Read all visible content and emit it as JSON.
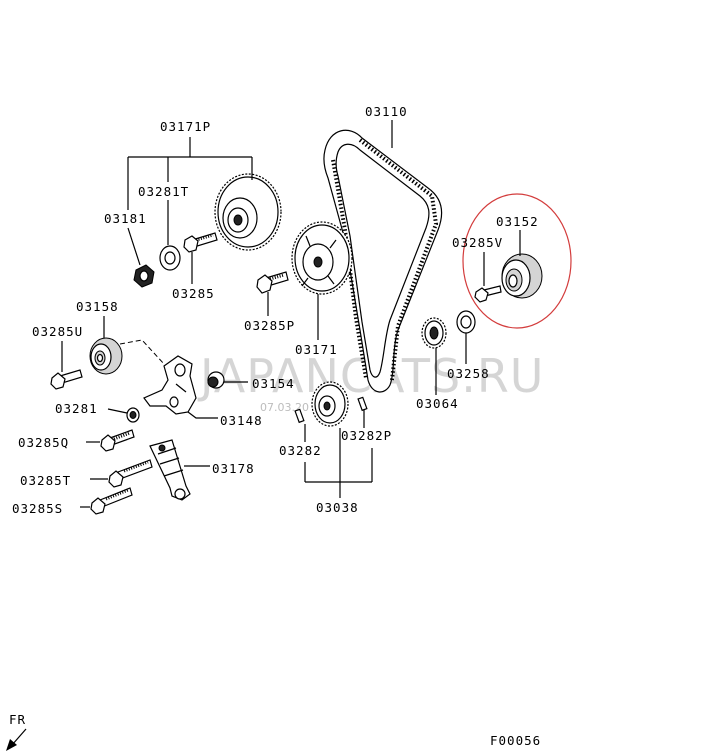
{
  "labels": {
    "p03110": "03110",
    "p03171P": "03171P",
    "p03281T": "03281T",
    "p03181": "03181",
    "p03285": "03285",
    "p03285P": "03285P",
    "p03171": "03171",
    "p03152": "03152",
    "p03285V": "03285V",
    "p03158": "03158",
    "p03285U": "03285U",
    "p03154": "03154",
    "p03258": "03258",
    "p03064": "03064",
    "p03281": "03281",
    "p03148": "03148",
    "p03285Q": "03285Q",
    "p03178": "03178",
    "p03285T": "03285T",
    "p03285S": "03285S",
    "p03282": "03282",
    "p03282P": "03282P",
    "p03038": "03038"
  },
  "watermark": {
    "text": "JAPANCATS.RU",
    "date": "07.03.20"
  },
  "orientation_label": "FR",
  "figure_code": "F00056",
  "colors": {
    "highlight_circle": "#d33c3c",
    "watermark": "#c8c8c8"
  }
}
